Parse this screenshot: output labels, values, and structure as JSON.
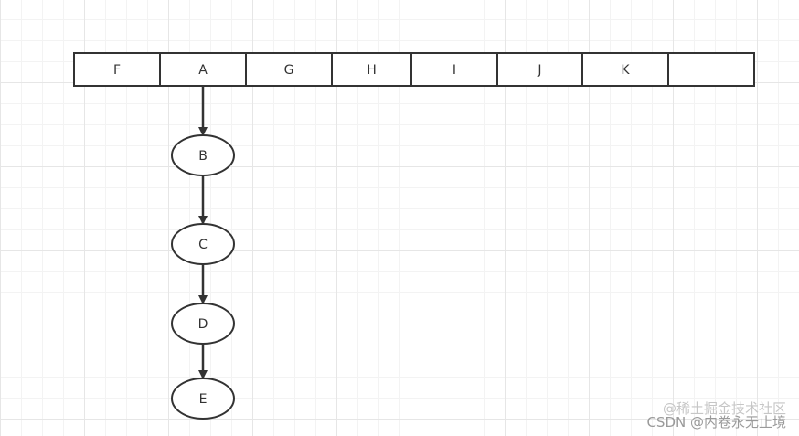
{
  "array": {
    "cells": [
      "F",
      "A",
      "G",
      "H",
      "I",
      "J",
      "K",
      ""
    ]
  },
  "chain": {
    "from": "A",
    "nodes": [
      "B",
      "C",
      "D",
      "E"
    ]
  },
  "watermark": {
    "back": "@稀土掘金技术社区",
    "front": "CSDN @内卷永无止境"
  },
  "colors": {
    "stroke": "#333333",
    "text": "#333333",
    "fill": "#ffffff",
    "grid": "#e6e6e6"
  }
}
